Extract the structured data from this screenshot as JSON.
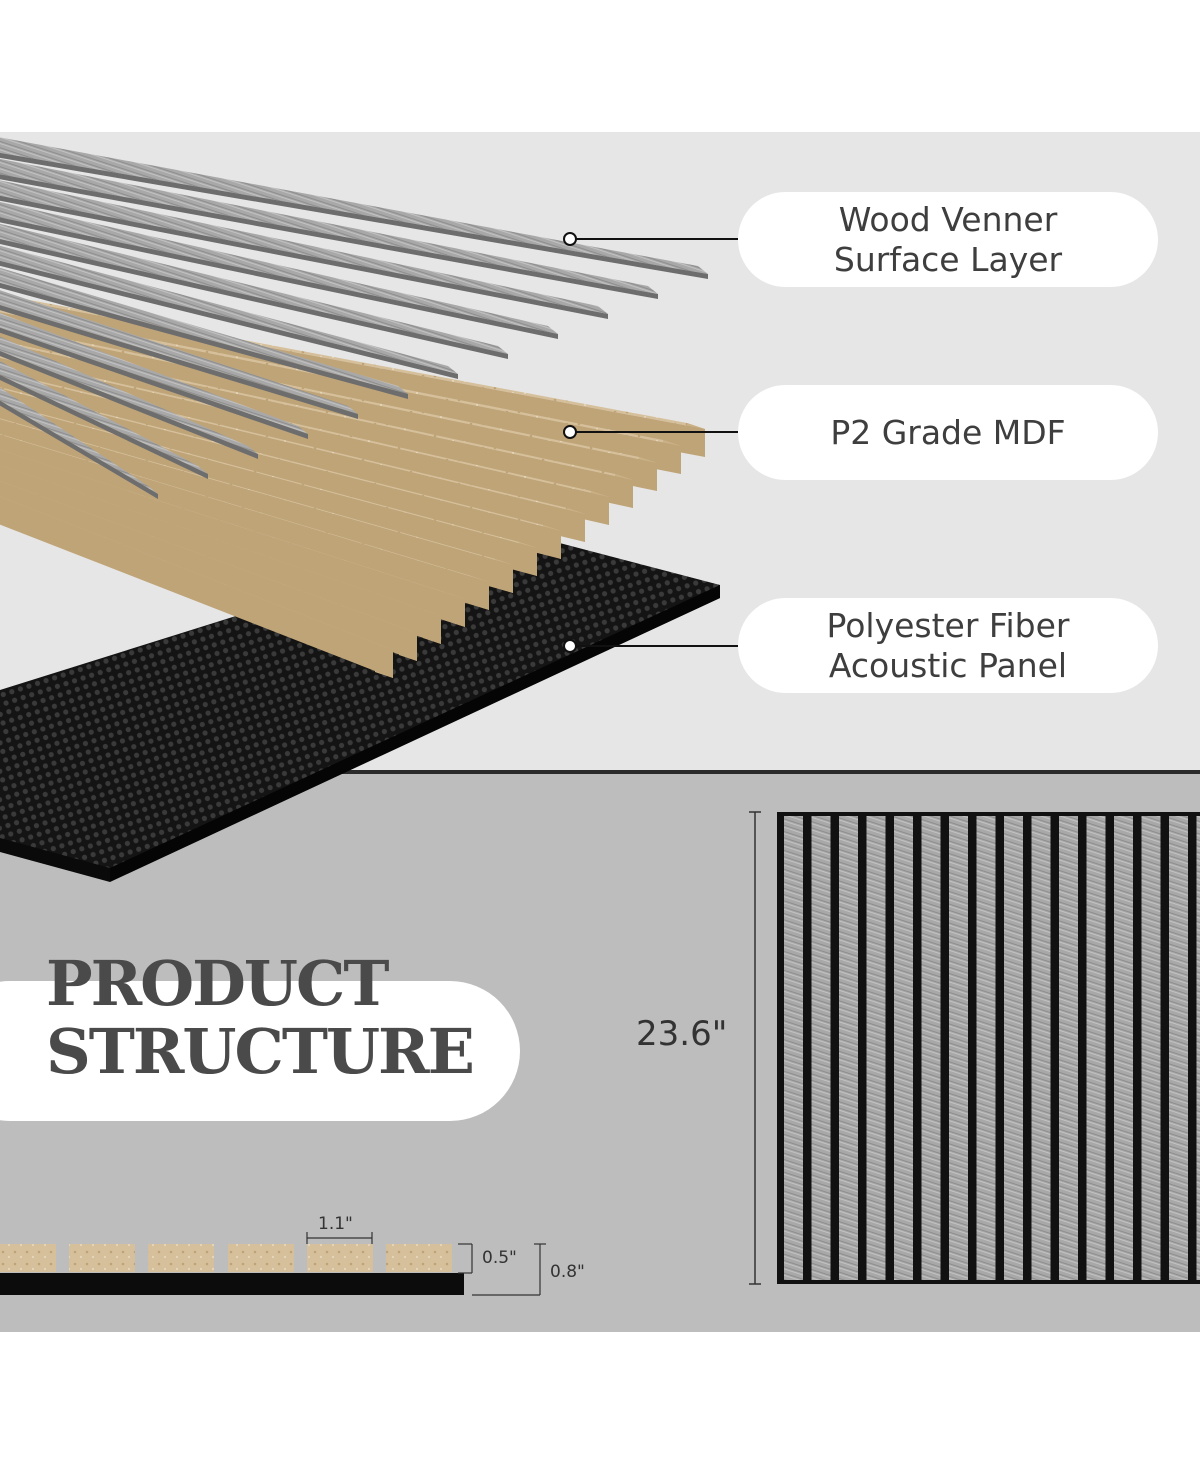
{
  "labels": {
    "surface": {
      "line1": "Wood Venner",
      "line2": "Surface Layer"
    },
    "mdf": {
      "line1": "P2 Grade MDF"
    },
    "acoustic": {
      "line1": "Polyester Fiber",
      "line2": "Acoustic Panel"
    }
  },
  "title": {
    "line1": "PRODUCT",
    "line2": "STRUCTURE"
  },
  "dimensions": {
    "height": "23.6\"",
    "slat_width": "1.1\"",
    "slat_thickness": "0.5\"",
    "total_thickness": "0.8\""
  },
  "colors": {
    "veneer": "#a9a9a9",
    "mdf": "#d8c3a0",
    "felt": "#1c1c1c",
    "top_band": "#e6e6e6",
    "bottom_band": "#bdbdbd"
  }
}
